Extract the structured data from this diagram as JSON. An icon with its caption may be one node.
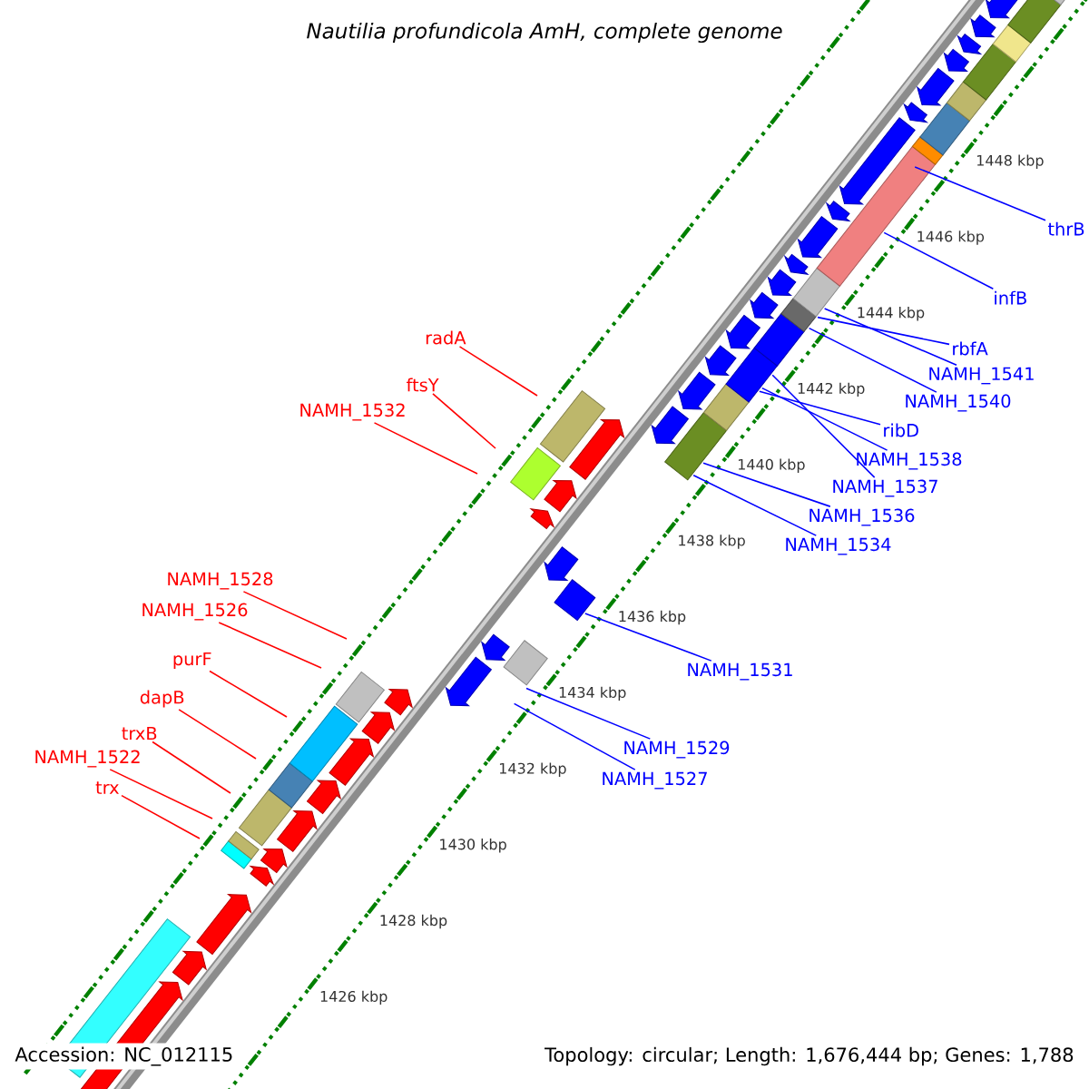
{
  "diagram": {
    "title": "Nautilia profundicola AmH, complete genome",
    "nodes": [
      {
        "text": [
          "thrB"
        ]
      },
      {
        "text": [
          "infB"
        ]
      },
      {
        "text": [
          "radA"
        ]
      },
      {
        "text": [
          "rbfA"
        ]
      },
      {
        "text": [
          "NAMH_1541"
        ]
      },
      {
        "text": [
          "ftsY"
        ]
      },
      {
        "text": [
          "NAMH_1540"
        ]
      },
      {
        "text": [
          "NAMH_1532"
        ]
      },
      {
        "text": [
          "ribD"
        ]
      },
      {
        "text": [
          "NAMH_1538"
        ]
      },
      {
        "text": [
          "NAMH_1537"
        ]
      },
      {
        "text": [
          "NAMH_1536"
        ]
      },
      {
        "text": [
          "NAMH_1534"
        ]
      },
      {
        "text": [
          "NAMH_1528"
        ]
      },
      {
        "text": [
          "NAMH_1526"
        ]
      },
      {
        "text": [
          "purF"
        ]
      },
      {
        "text": [
          "NAMH_1531"
        ]
      },
      {
        "text": [
          "dapB"
        ]
      },
      {
        "text": [
          "trxB"
        ]
      },
      {
        "text": [
          "NAMH_1529"
        ]
      },
      {
        "text": [
          "NAMH_1522"
        ]
      },
      {
        "text": [
          "NAMH_1527"
        ]
      },
      {
        "text": [
          "trx"
        ]
      }
    ],
    "edges": [
      {
        "from": 0,
        "to": null,
        "arrow": "none"
      },
      {
        "from": 1,
        "to": null,
        "arrow": "none"
      },
      {
        "from": 2,
        "to": null,
        "arrow": "none",
        "color": "#ff0000"
      },
      {
        "from": 3,
        "to": null,
        "arrow": "none"
      },
      {
        "from": 4,
        "to": null,
        "arrow": "none"
      },
      {
        "from": 5,
        "to": null,
        "arrow": "none",
        "color": "#ff0000"
      },
      {
        "from": 6,
        "to": null,
        "arrow": "none"
      },
      {
        "from": 7,
        "to": null,
        "arrow": "none",
        "color": "#ff0000"
      },
      {
        "from": 8,
        "to": null,
        "arrow": "none"
      },
      {
        "from": 9,
        "to": null,
        "arrow": "none"
      },
      {
        "from": 10,
        "to": null,
        "arrow": "none"
      },
      {
        "from": 11,
        "to": null,
        "arrow": "none"
      },
      {
        "from": 12,
        "to": null,
        "arrow": "none"
      },
      {
        "from": 13,
        "to": null,
        "arrow": "none",
        "color": "#ff0000"
      },
      {
        "from": 14,
        "to": null,
        "arrow": "none",
        "color": "#ff0000"
      },
      {
        "from": 15,
        "to": null,
        "arrow": "none",
        "color": "#ff0000"
      },
      {
        "from": 16,
        "to": null,
        "arrow": "none"
      },
      {
        "from": 17,
        "to": null,
        "arrow": "none",
        "color": "#ff0000"
      },
      {
        "from": 18,
        "to": null,
        "arrow": "none",
        "color": "#ff0000"
      },
      {
        "from": 19,
        "to": null,
        "arrow": "none"
      },
      {
        "from": 20,
        "to": null,
        "arrow": "none",
        "color": "#ff0000"
      },
      {
        "from": 21,
        "to": null,
        "arrow": "none"
      },
      {
        "from": 22,
        "to": null,
        "arrow": "none",
        "color": "#ff0000"
      }
    ],
    "labels": [
      "1448 kbp",
      "1446 kbp",
      "1444 kbp",
      "1442 kbp",
      "1440 kbp",
      "1438 kbp",
      "1436 kbp",
      "1434 kbp",
      "1432 kbp",
      "1430 kbp",
      "1428 kbp",
      "1426 kbp",
      "Accession: NC_012115",
      "Topology: circular; Length: 1,676,444 bp; Genes: 1,788"
    ]
  }
}
